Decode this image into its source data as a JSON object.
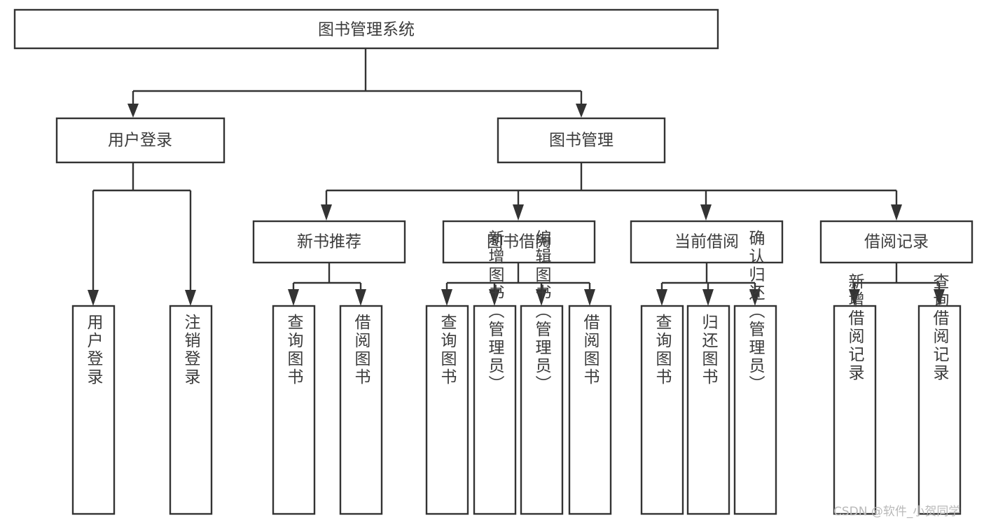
{
  "diagram": {
    "type": "tree",
    "title": "图书管理系统",
    "colors": {
      "box_stroke": "#333333",
      "box_fill": "#ffffff",
      "text": "#3b3b3b",
      "background": "#ffffff",
      "watermark": "#b9b9b9"
    },
    "nodes": {
      "root": {
        "label": "图书管理系统"
      },
      "level2": [
        {
          "id": "user-login",
          "label": "用户登录"
        },
        {
          "id": "book-management",
          "label": "图书管理"
        }
      ],
      "level3": [
        {
          "id": "new-book-recommend",
          "label": "新书推荐"
        },
        {
          "id": "book-borrow",
          "label": "图书借阅"
        },
        {
          "id": "current-borrow",
          "label": "当前借阅"
        },
        {
          "id": "borrow-record",
          "label": "借阅记录"
        }
      ],
      "leaves": {
        "user_login": [
          {
            "id": "leaf-user-login",
            "label": "用户登录"
          },
          {
            "id": "leaf-logout-login",
            "label": "注销登录"
          }
        ],
        "new_book_recommend": [
          {
            "id": "leaf-query-book-1",
            "label": "查询图书"
          },
          {
            "id": "leaf-borrow-book-1",
            "label": "借阅图书"
          }
        ],
        "book_borrow": [
          {
            "id": "leaf-query-book-2",
            "label": "查询图书"
          },
          {
            "id": "leaf-add-book",
            "label": "新增图书（管理员）"
          },
          {
            "id": "leaf-edit-book",
            "label": "编辑图书（管理员）"
          },
          {
            "id": "leaf-borrow-book-2",
            "label": "借阅图书"
          }
        ],
        "current_borrow": [
          {
            "id": "leaf-query-book-3",
            "label": "查询图书"
          },
          {
            "id": "leaf-return-book",
            "label": "归还图书"
          },
          {
            "id": "leaf-confirm-return",
            "label": "确认归还（管理员）"
          }
        ],
        "borrow_record": [
          {
            "id": "leaf-add-record",
            "label": "新增借阅记录"
          },
          {
            "id": "leaf-query-record",
            "label": "查询借阅记录"
          }
        ]
      }
    },
    "watermark": "CSDN @软件_小贺同学"
  }
}
